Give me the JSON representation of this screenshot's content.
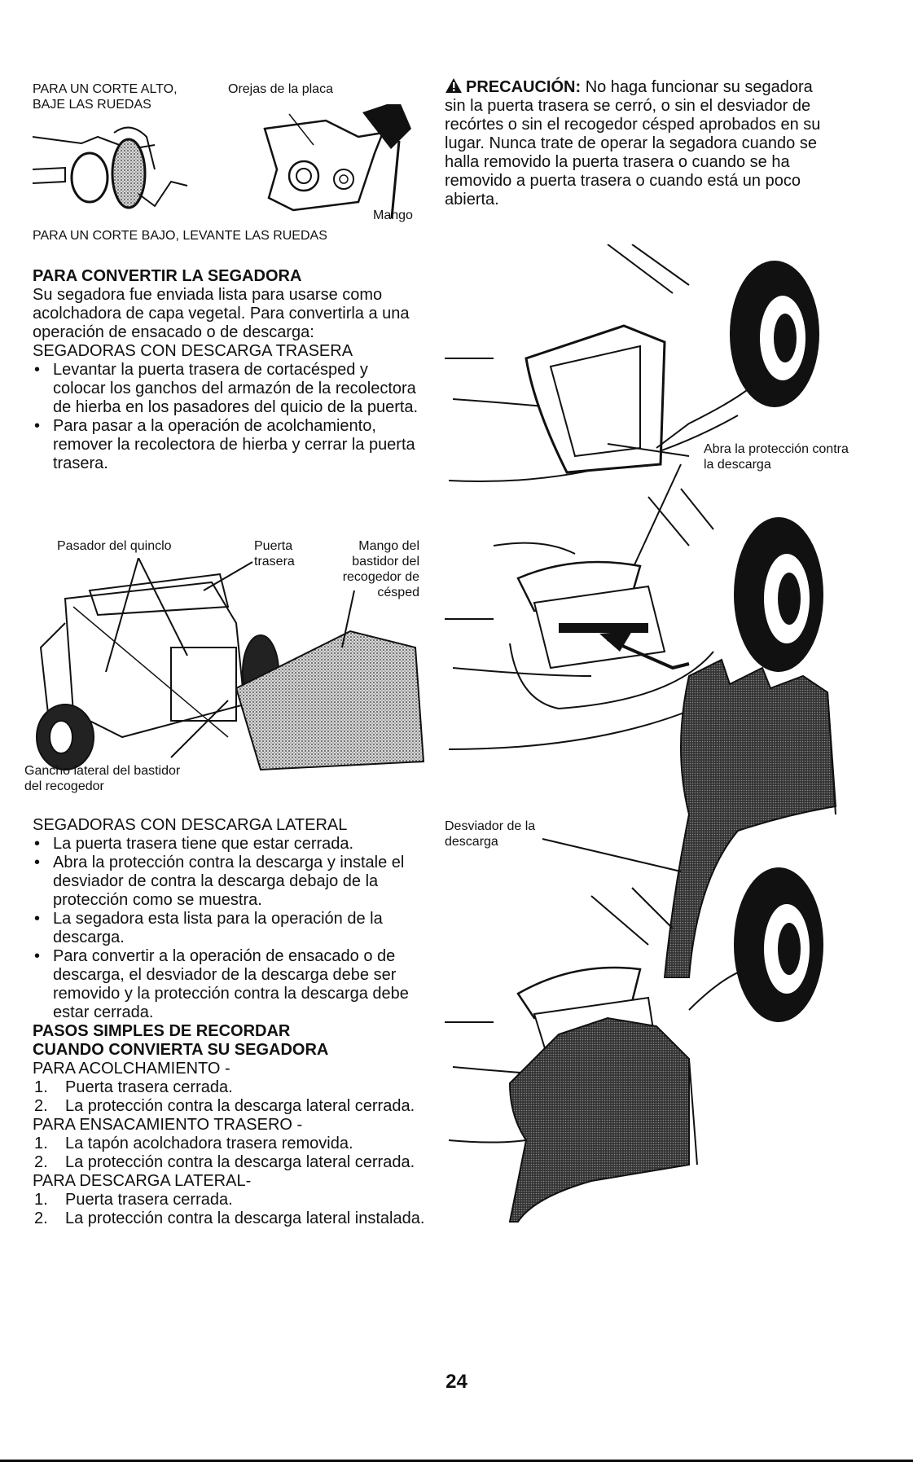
{
  "fig1": {
    "label_high": "PARA UN CORTE ALTO, BAJE LAS RUEDAS",
    "label_ears": "Orejas de la placa",
    "label_handle": "Mango",
    "label_low": "PARA UN CORTE BAJO, LEVANTE LAS RUEDAS"
  },
  "convert": {
    "heading": "PARA CONVERTIR LA SEGADORA",
    "intro": "Su segadora fue enviada lista para usarse como acolchadora de capa vegetal. Para convertirla a una operación de ensacado o de descarga:",
    "rear_heading": "SEGADORAS CON DESCARGA TRASERA",
    "rear_bullets": [
      "Levantar la puerta trasera de cortacésped y colocar los ganchos del armazón de la recolectora de hierba en los pasadores del quicio de la puerta.",
      "Para pasar a la operación de acolchamiento, remover la recolectora de hierba y cerrar la puerta trasera."
    ]
  },
  "fig2": {
    "label_pin": "Pasador del quinclo",
    "label_door": "Puerta trasera",
    "label_handle": "Mango del bastidor del recogedor de césped",
    "label_hook": "Gancho lateral del bastidor del recogedor"
  },
  "side": {
    "heading": "SEGADORAS CON DESCARGA LATERAL",
    "bullets": [
      "La puerta trasera tiene que estar cerrada.",
      "Abra la protección contra la descarga y instale el desviador de contra la descarga debajo de la protección como se muestra.",
      "La segadora esta lista para la operación de la descarga.",
      "Para convertir a la operación de ensacado o de descarga, el desviador de la descarga debe ser removido y la protección contra la descarga debe estar cerrada."
    ]
  },
  "steps": {
    "heading_1": "PASOS SIMPLES DE RECORDAR",
    "heading_2": "CUANDO CONVIERTA SU SEGADORA",
    "mulch_heading": "PARA ACOLCHAMIENTO -",
    "mulch_items": [
      "Puerta trasera cerrada.",
      "La protección contra la descarga lateral cerrada."
    ],
    "rear_heading": "PARA ENSACAMIENTO TRASERO -",
    "rear_items": [
      "La tapón acolchadora trasera removida.",
      "La protección contra la descarga lateral cerrada."
    ],
    "side_heading": "PARA DESCARGA LATERAL-",
    "side_items": [
      "Puerta trasera cerrada.",
      "La protección contra la descarga lateral instalada."
    ]
  },
  "caution": {
    "label": "PRECAUCIÓN:",
    "text": "No haga funcionar su segadora sin la puerta trasera se cerró, o sin el desviador de recórtes o sin el recogedor césped aprobados en su lugar. Nunca trate de operar la segadora cuando se halla removido la puerta trasera o cuando se ha removido a puerta trasera o cuando está un poco abierta."
  },
  "fig3": {
    "label_open": "Abra la protección contra la descarga",
    "label_deflector": "Desviador de la descarga"
  },
  "page_number": "24"
}
